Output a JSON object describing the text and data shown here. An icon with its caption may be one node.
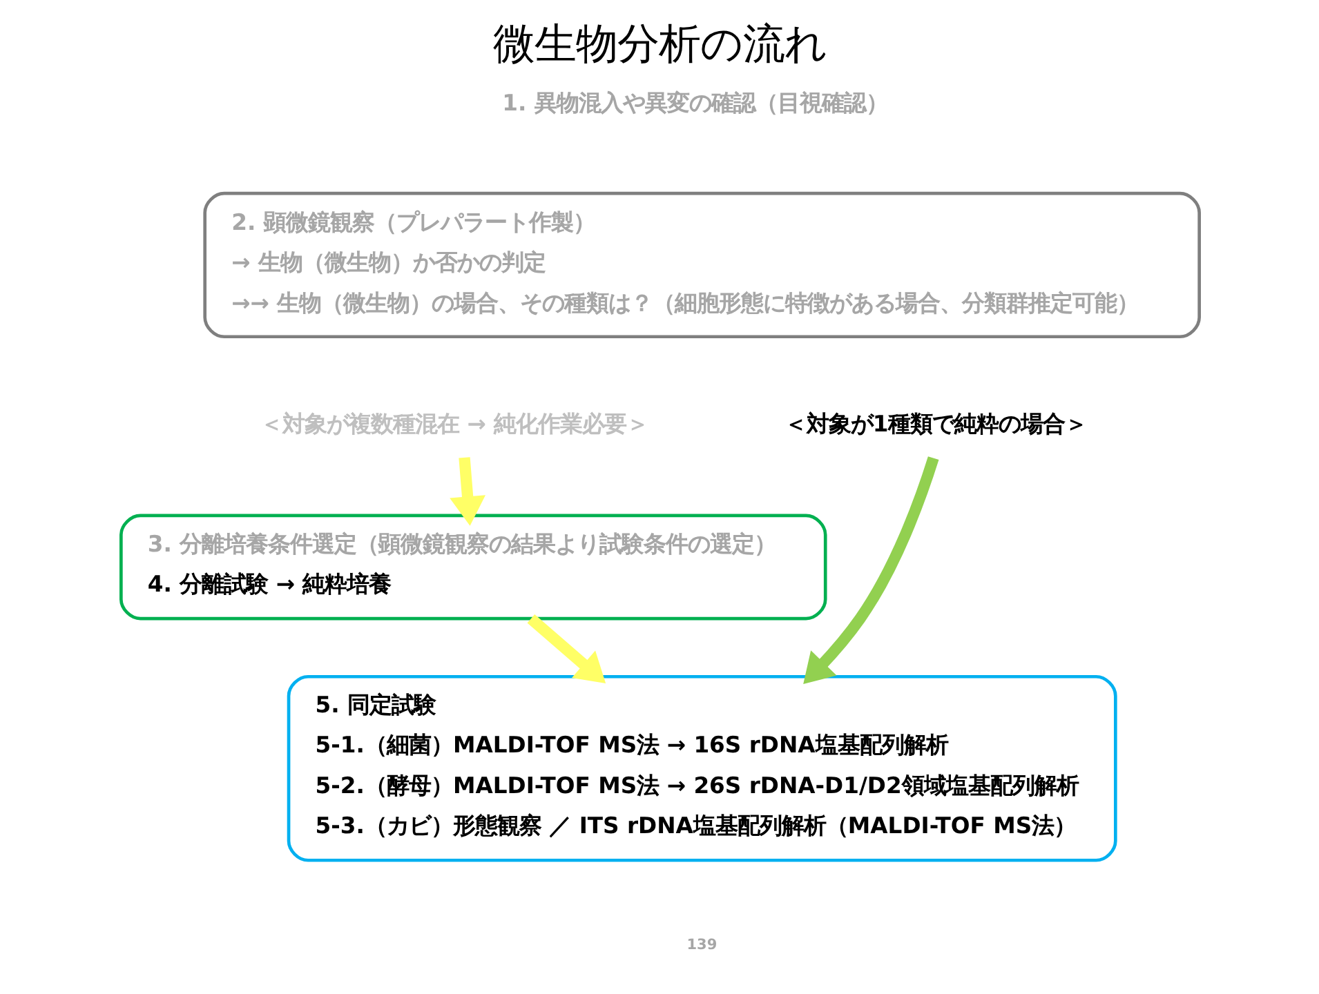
{
  "diagram": {
    "title": "微生物分析の流れ",
    "nodes": [
      {
        "text": [
          "2. 顕微鏡観察（プレパラート作製）",
          "→ 生物（微生物）か否かの判定",
          "→→ 生物（微生物）の場合、その種類は？（細胞形態に特徴がある場合、分類群推定可能）"
        ]
      },
      {
        "text": [
          "＜対象が複数種混在 → 純化作業必要＞"
        ]
      },
      {
        "text": [
          "＜対象が1種類で純粋の場合＞"
        ]
      },
      {
        "text": [
          "3. 分離培養条件選定（顕微鏡観察の結果より試験条件の選定）",
          "4. 分離試験 → 純粋培養"
        ]
      },
      {
        "text": [
          "5. 同定試験",
          "5-1.（細菌）MALDI-TOF MS法 → 16S rDNA塩基配列解析",
          "5-2.（酵母）MALDI-TOF MS法 → 26S rDNA-D1/D2領域塩基配列解析",
          "5-3.（カビ）形態観察 ／ ITS rDNA塩基配列解析（MALDI-TOF MS法）"
        ]
      }
    ],
    "edges": [
      {
        "from": 1,
        "to": 3,
        "arrow": "to"
      },
      {
        "from": 3,
        "to": 4,
        "arrow": "to"
      },
      {
        "from": 2,
        "to": 4,
        "arrow": "to",
        "color": "#92d050"
      }
    ],
    "labels": [
      "1. 異物混入や異変の確認（目視確認）",
      "139"
    ]
  }
}
